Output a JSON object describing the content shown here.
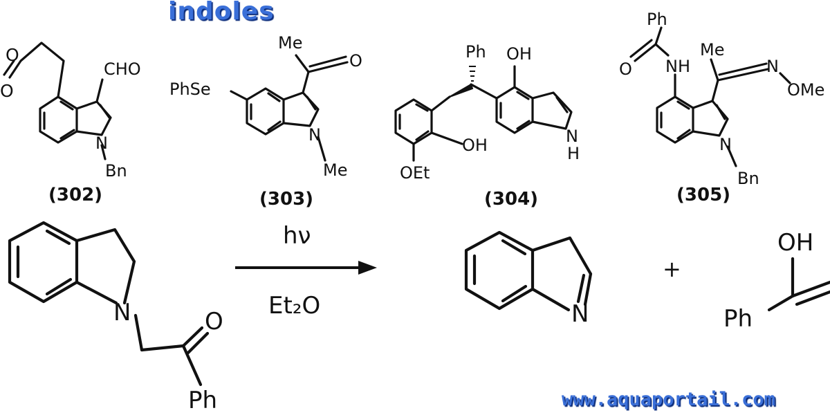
{
  "title": "indoles",
  "watermark": "www.aquaportail.com",
  "compounds": [
    {
      "id": "(302)",
      "labels": {
        "aldehyde_o": "O",
        "cho": "CHO",
        "n": "N",
        "bn": "Bn"
      }
    },
    {
      "id": "(303)",
      "labels": {
        "me": "Me",
        "o": "O",
        "phse": "PhSe",
        "n": "N",
        "nme": "Me"
      }
    },
    {
      "id": "(304)",
      "labels": {
        "ph": "Ph",
        "oh_top": "OH",
        "oh_left": "OH",
        "oet": "OEt",
        "nh_n": "N",
        "nh_h": "H"
      }
    },
    {
      "id": "(305)",
      "labels": {
        "ph": "Ph",
        "o": "O",
        "nh": "NH",
        "me": "Me",
        "n_oxime": "N",
        "ome": "OMe",
        "n": "N",
        "bn": "Bn"
      }
    }
  ],
  "reaction": {
    "reactant": {
      "n": "N",
      "o": "O",
      "ph": "Ph"
    },
    "condition_top": "hν",
    "condition_bottom": "Et₂O",
    "product_n": "N",
    "plus": "+",
    "enol": {
      "oh": "OH",
      "ph": "Ph"
    }
  }
}
